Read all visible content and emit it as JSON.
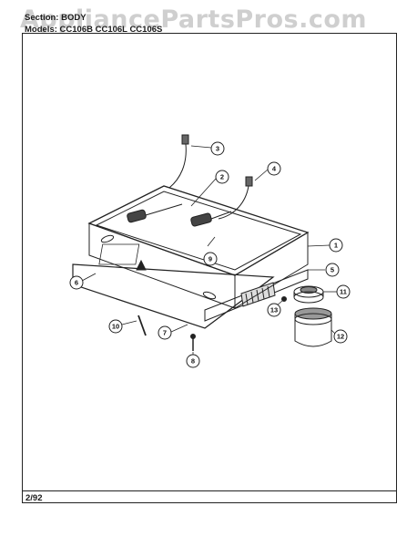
{
  "header": {
    "section_label": "Section: BODY",
    "models_label": "Models: CC106B  CC106L  CC106S"
  },
  "watermark": "AppliancePartsPros.com",
  "footer": {
    "date": "2/92"
  },
  "callouts": [
    {
      "id": "c1",
      "label": "1"
    },
    {
      "id": "c2",
      "label": "2"
    },
    {
      "id": "c3",
      "label": "3"
    },
    {
      "id": "c4",
      "label": "4"
    },
    {
      "id": "c5",
      "label": "5"
    },
    {
      "id": "c6",
      "label": "6"
    },
    {
      "id": "c7",
      "label": "7"
    },
    {
      "id": "c8",
      "label": "8"
    },
    {
      "id": "c9",
      "label": "9"
    },
    {
      "id": "c10",
      "label": "10"
    },
    {
      "id": "c11",
      "label": "11"
    },
    {
      "id": "c12",
      "label": "12"
    },
    {
      "id": "c13",
      "label": "13"
    }
  ]
}
